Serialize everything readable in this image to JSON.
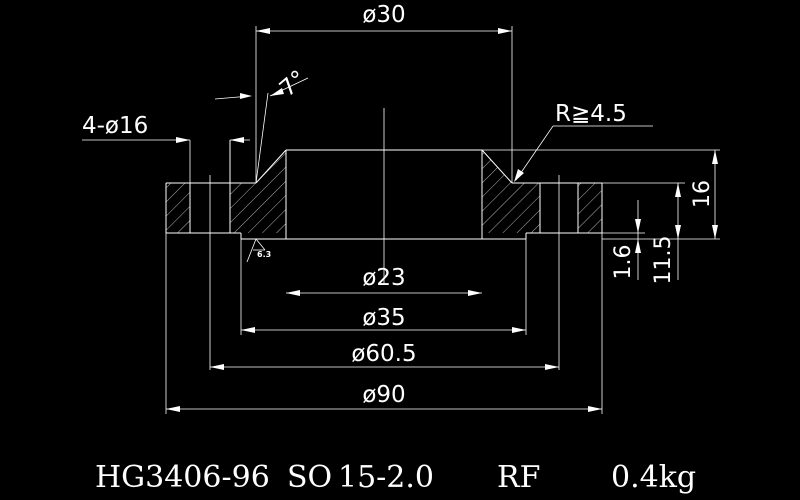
{
  "dimensions": {
    "d30": "ø30",
    "holes": "4-ø16",
    "radius": "R≧4.5",
    "d23": "ø23",
    "d35": "ø35",
    "d60_5": "ø60.5",
    "d90": "ø90",
    "thickness_16": "16",
    "raised_face_1_6": "1.6",
    "flange_11_5": "11.5",
    "weld_angle": "7°",
    "roughness": "6.3"
  },
  "caption": {
    "standard": "HG3406-96",
    "type": "SO",
    "size": "15-2.0",
    "face": "RF",
    "weight": "0.4kg"
  },
  "colors": {
    "background": "#000000",
    "lines": "#ffffff"
  }
}
